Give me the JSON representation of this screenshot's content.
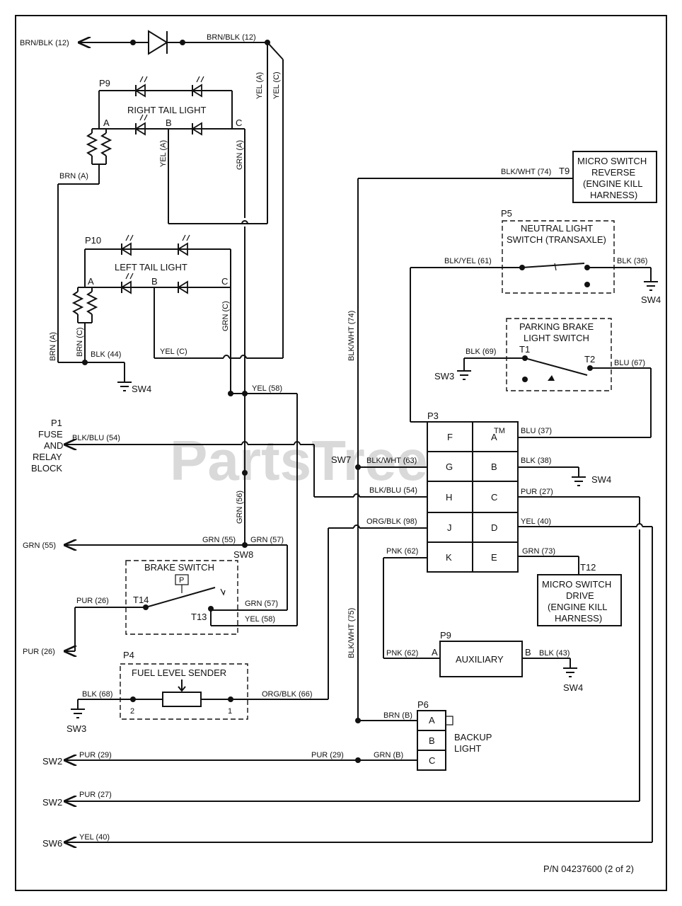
{
  "watermark": "PartsTree",
  "watermark_tm": "TM",
  "part_number": "P/N 04237600 (2 of 2)",
  "wires": {
    "brnblk_left": "BRN/BLK (12)",
    "brnblk_right": "BRN/BLK (12)",
    "yel_a_top": "YEL (A)",
    "yel_c_top": "YEL (C)",
    "yel_a_mid": "YEL (A)",
    "grn_a": "GRN (A)",
    "brn_a": "BRN (A)",
    "brn_a_low": "BRN (A)",
    "brn_c": "BRN (C)",
    "blk_44": "BLK (44)",
    "yel_c_low": "YEL (C)",
    "grn_c": "GRN (C)",
    "yel_58_top": "YEL (58)",
    "blkblu_54_left": "BLK/BLU (54)",
    "grn_56": "GRN (56)",
    "grn_55_left": "GRN (55)",
    "grn_55_right": "GRN (55)",
    "grn_57_top": "GRN (57)",
    "grn_57_sw": "GRN (57)",
    "yel_58_sw": "YEL (58)",
    "pur_26_a": "PUR (26)",
    "pur_26_b": "PUR (26)",
    "blk_68": "BLK (68)",
    "orgblk_66": "ORG/BLK (66)",
    "blkwht_74_top": "BLK/WHT (74)",
    "blkwht_74_vert": "BLK/WHT (74)",
    "blkyel_61": "BLK/YEL (61)",
    "blk_36": "BLK (36)",
    "blk_69": "BLK (69)",
    "blu_67": "BLU (67)",
    "blu_37": "BLU (37)",
    "blkwht_63": "BLK/WHT (63)",
    "blk_38": "BLK (38)",
    "blkblu_54_p3": "BLK/BLU (54)",
    "pur_27_p3": "PUR (27)",
    "orgblk_98": "ORG/BLK (98)",
    "yel_40_p3": "YEL (40)",
    "pnk_62_top": "PNK (62)",
    "grn_73": "GRN (73)",
    "blkwht_75": "BLK/WHT (75)",
    "pnk_62_low": "PNK (62)",
    "blk_43": "BLK (43)",
    "brn_b": "BRN (B)",
    "pur_29_a": "PUR (29)",
    "pur_29_b": "PUR (29)",
    "grn_b": "GRN (B)",
    "pur_27_bottom": "PUR (27)",
    "yel_40_bottom": "YEL (40)"
  },
  "grounds": {
    "sw4_a": "SW4",
    "sw4_b": "SW4",
    "sw4_c": "SW4",
    "sw4_d": "SW4",
    "sw3_a": "SW3",
    "sw3_b": "SW3",
    "sw2_a": "SW2",
    "sw2_b": "SW2",
    "sw6": "SW6",
    "sw7": "SW7",
    "sw8": "SW8"
  },
  "components": {
    "p9_tail": "P9",
    "right_tail_light": "RIGHT TAIL LIGHT",
    "p10": "P10",
    "left_tail_light": "LEFT TAIL LIGHT",
    "pin_a1": "A",
    "pin_b1": "B",
    "pin_c1": "C",
    "pin_a2": "A",
    "pin_b2": "B",
    "pin_c2": "C",
    "p1": "P1",
    "p1_desc1": "FUSE",
    "p1_desc2": "AND",
    "p1_desc3": "RELAY",
    "p1_desc4": "BLOCK",
    "brake_switch": "BRAKE SWITCH",
    "brake_p": "P",
    "t14": "T14",
    "t13": "T13",
    "p4": "P4",
    "fuel_level_sender": "FUEL LEVEL SENDER",
    "fls_pin2": "2",
    "fls_pin1": "1",
    "micro_rev_1": "MICRO SWITCH",
    "micro_rev_2": "REVERSE",
    "micro_rev_3": "(ENGINE KILL",
    "micro_rev_4": "HARNESS)",
    "t9": "T9",
    "p5": "P5",
    "neutral_1": "NEUTRAL LIGHT",
    "neutral_2": "SWITCH (TRANSAXLE)",
    "parking_1": "PARKING BRAKE",
    "parking_2": "LIGHT SWITCH",
    "t1": "T1",
    "t2": "T2",
    "p3": "P3",
    "p3_pins": [
      "F",
      "A",
      "G",
      "B",
      "H",
      "C",
      "J",
      "D",
      "K",
      "E"
    ],
    "t12": "T12",
    "micro_drive_1": "MICRO SWITCH",
    "micro_drive_2": "DRIVE",
    "micro_drive_3": "(ENGINE KILL",
    "micro_drive_4": "HARNESS)",
    "p9_aux": "P9",
    "auxiliary": "AUXILIARY",
    "aux_pin_a": "A",
    "aux_pin_b": "B",
    "p6": "P6",
    "p6_pins": [
      "A",
      "B",
      "C"
    ],
    "backup_1": "BACKUP",
    "backup_2": "LIGHT"
  }
}
